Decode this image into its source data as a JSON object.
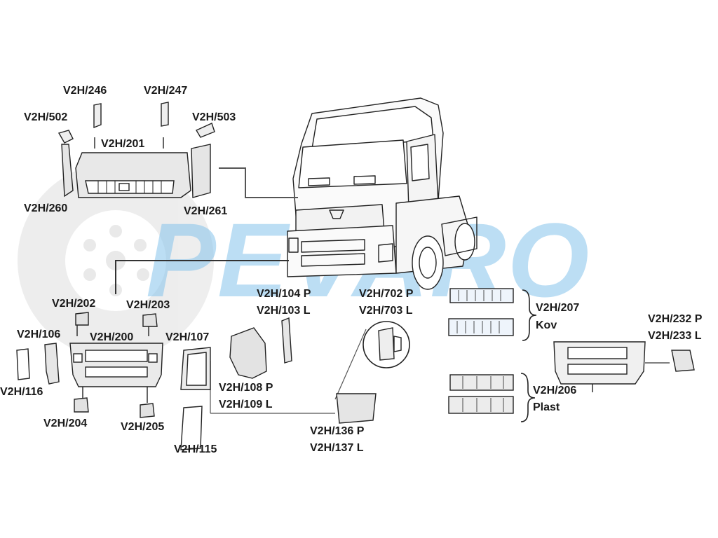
{
  "brand": {
    "watermark_text": "PEVARO",
    "watermark_color": "#86c4ec",
    "logo_icon": "wheel-logo-icon"
  },
  "labels": {
    "v2h_246": "V2H/246",
    "v2h_247": "V2H/247",
    "v2h_502": "V2H/502",
    "v2h_503": "V2H/503",
    "v2h_201": "V2H/201",
    "v2h_260": "V2H/260",
    "v2h_261": "V2H/261",
    "v2h_202": "V2H/202",
    "v2h_203": "V2H/203",
    "v2h_106": "V2H/106",
    "v2h_200": "V2H/200",
    "v2h_107": "V2H/107",
    "v2h_116": "V2H/116",
    "v2h_204": "V2H/204",
    "v2h_205": "V2H/205",
    "v2h_115": "V2H/115",
    "v2h_104p": "V2H/104 P",
    "v2h_103l": "V2H/103 L",
    "v2h_702p": "V2H/702 P",
    "v2h_703l": "V2H/703 L",
    "v2h_108p": "V2H/108 P",
    "v2h_109l": "V2H/109 L",
    "v2h_136p": "V2H/136 P",
    "v2h_137l": "V2H/137 L",
    "v2h_207": "V2H/207",
    "kov": "Kov",
    "v2h_232p": "V2H/232 P",
    "v2h_233l": "V2H/233 L",
    "v2h_206": "V2H/206",
    "plast": "Plast"
  }
}
